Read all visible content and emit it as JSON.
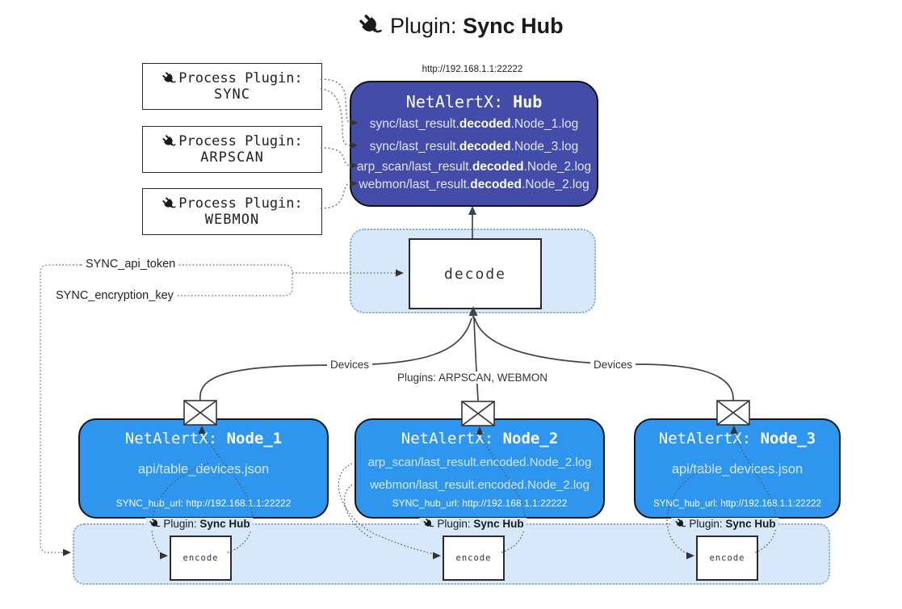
{
  "title": {
    "prefix": "Plugin:",
    "name": "Sync Hub"
  },
  "hub": {
    "url": "http://192.168.1.1:22222",
    "title_prefix": "NetAlertX:",
    "title_name": "Hub",
    "logs": [
      {
        "pre": "sync/last_result.",
        "mid": "decoded",
        "post": ".Node_1.log"
      },
      {
        "pre": "sync/last_result.",
        "mid": "decoded",
        "post": ".Node_3.log"
      },
      {
        "pre": "arp_scan/last_result.",
        "mid": "decoded",
        "post": ".Node_2.log"
      },
      {
        "pre": "webmon/last_result.",
        "mid": "decoded",
        "post": ".Node_2.log"
      }
    ]
  },
  "process_plugins": [
    {
      "label": "Process Plugin:",
      "name": "SYNC"
    },
    {
      "label": "Process Plugin:",
      "name": "ARPSCAN"
    },
    {
      "label": "Process Plugin:",
      "name": "WEBMON"
    }
  ],
  "decode": {
    "label": "decode"
  },
  "secrets": {
    "api_token": "SYNC_api_token",
    "encryption_key": "SYNC_encryption_key"
  },
  "edge_labels": {
    "devices_left": "Devices",
    "devices_right": "Devices",
    "plugins_center": "Plugins: ARPSCAN, WEBMON"
  },
  "nodes": [
    {
      "title_prefix": "NetAlertX:",
      "title_name": "Node_1",
      "files": [
        "api/table_devices.json"
      ],
      "hub_url": "SYNC_hub_url: http://192.168.1.1:22222"
    },
    {
      "title_prefix": "NetAlertX:",
      "title_name": "Node_2",
      "files": [
        "arp_scan/last_result.encoded.Node_2.log",
        "webmon/last_result.encoded.Node_2.log"
      ],
      "hub_url": "SYNC_hub_url: http://192.168.1.1:22222"
    },
    {
      "title_prefix": "NetAlertX:",
      "title_name": "Node_3",
      "files": [
        "api/table_devices.json"
      ],
      "hub_url": "SYNC_hub_url: http://192.168.1.1:22222"
    }
  ],
  "encode_band": {
    "plugin_prefix": "Plugin:",
    "plugin_name": "Sync Hub",
    "encode_label": "encode"
  },
  "colors": {
    "hub_bg": "#434CA8",
    "node_bg": "#2E96EE",
    "light_band_bg": "#D7E8FA",
    "line": "#333333"
  }
}
